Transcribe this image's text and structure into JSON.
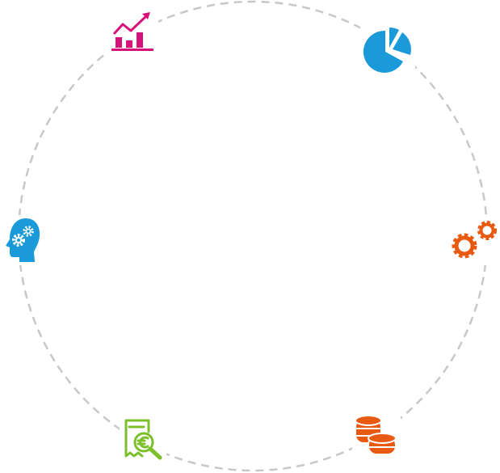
{
  "ring": {
    "color": "#c8c8c8"
  },
  "nodes": [
    {
      "id": "analytics",
      "icon": "bar-chart-trend-icon",
      "color": "#d6127a"
    },
    {
      "id": "reporting",
      "icon": "pie-chart-icon",
      "color": "#1a9ad9"
    },
    {
      "id": "process",
      "icon": "gears-icon",
      "color": "#e85a12"
    },
    {
      "id": "finance",
      "icon": "coin-stacks-icon",
      "color": "#e85a12"
    },
    {
      "id": "audit",
      "icon": "euro-receipt-magnifier-icon",
      "color": "#7cbf2b"
    },
    {
      "id": "expertise",
      "icon": "head-gears-icon",
      "color": "#1a9ad9"
    }
  ]
}
